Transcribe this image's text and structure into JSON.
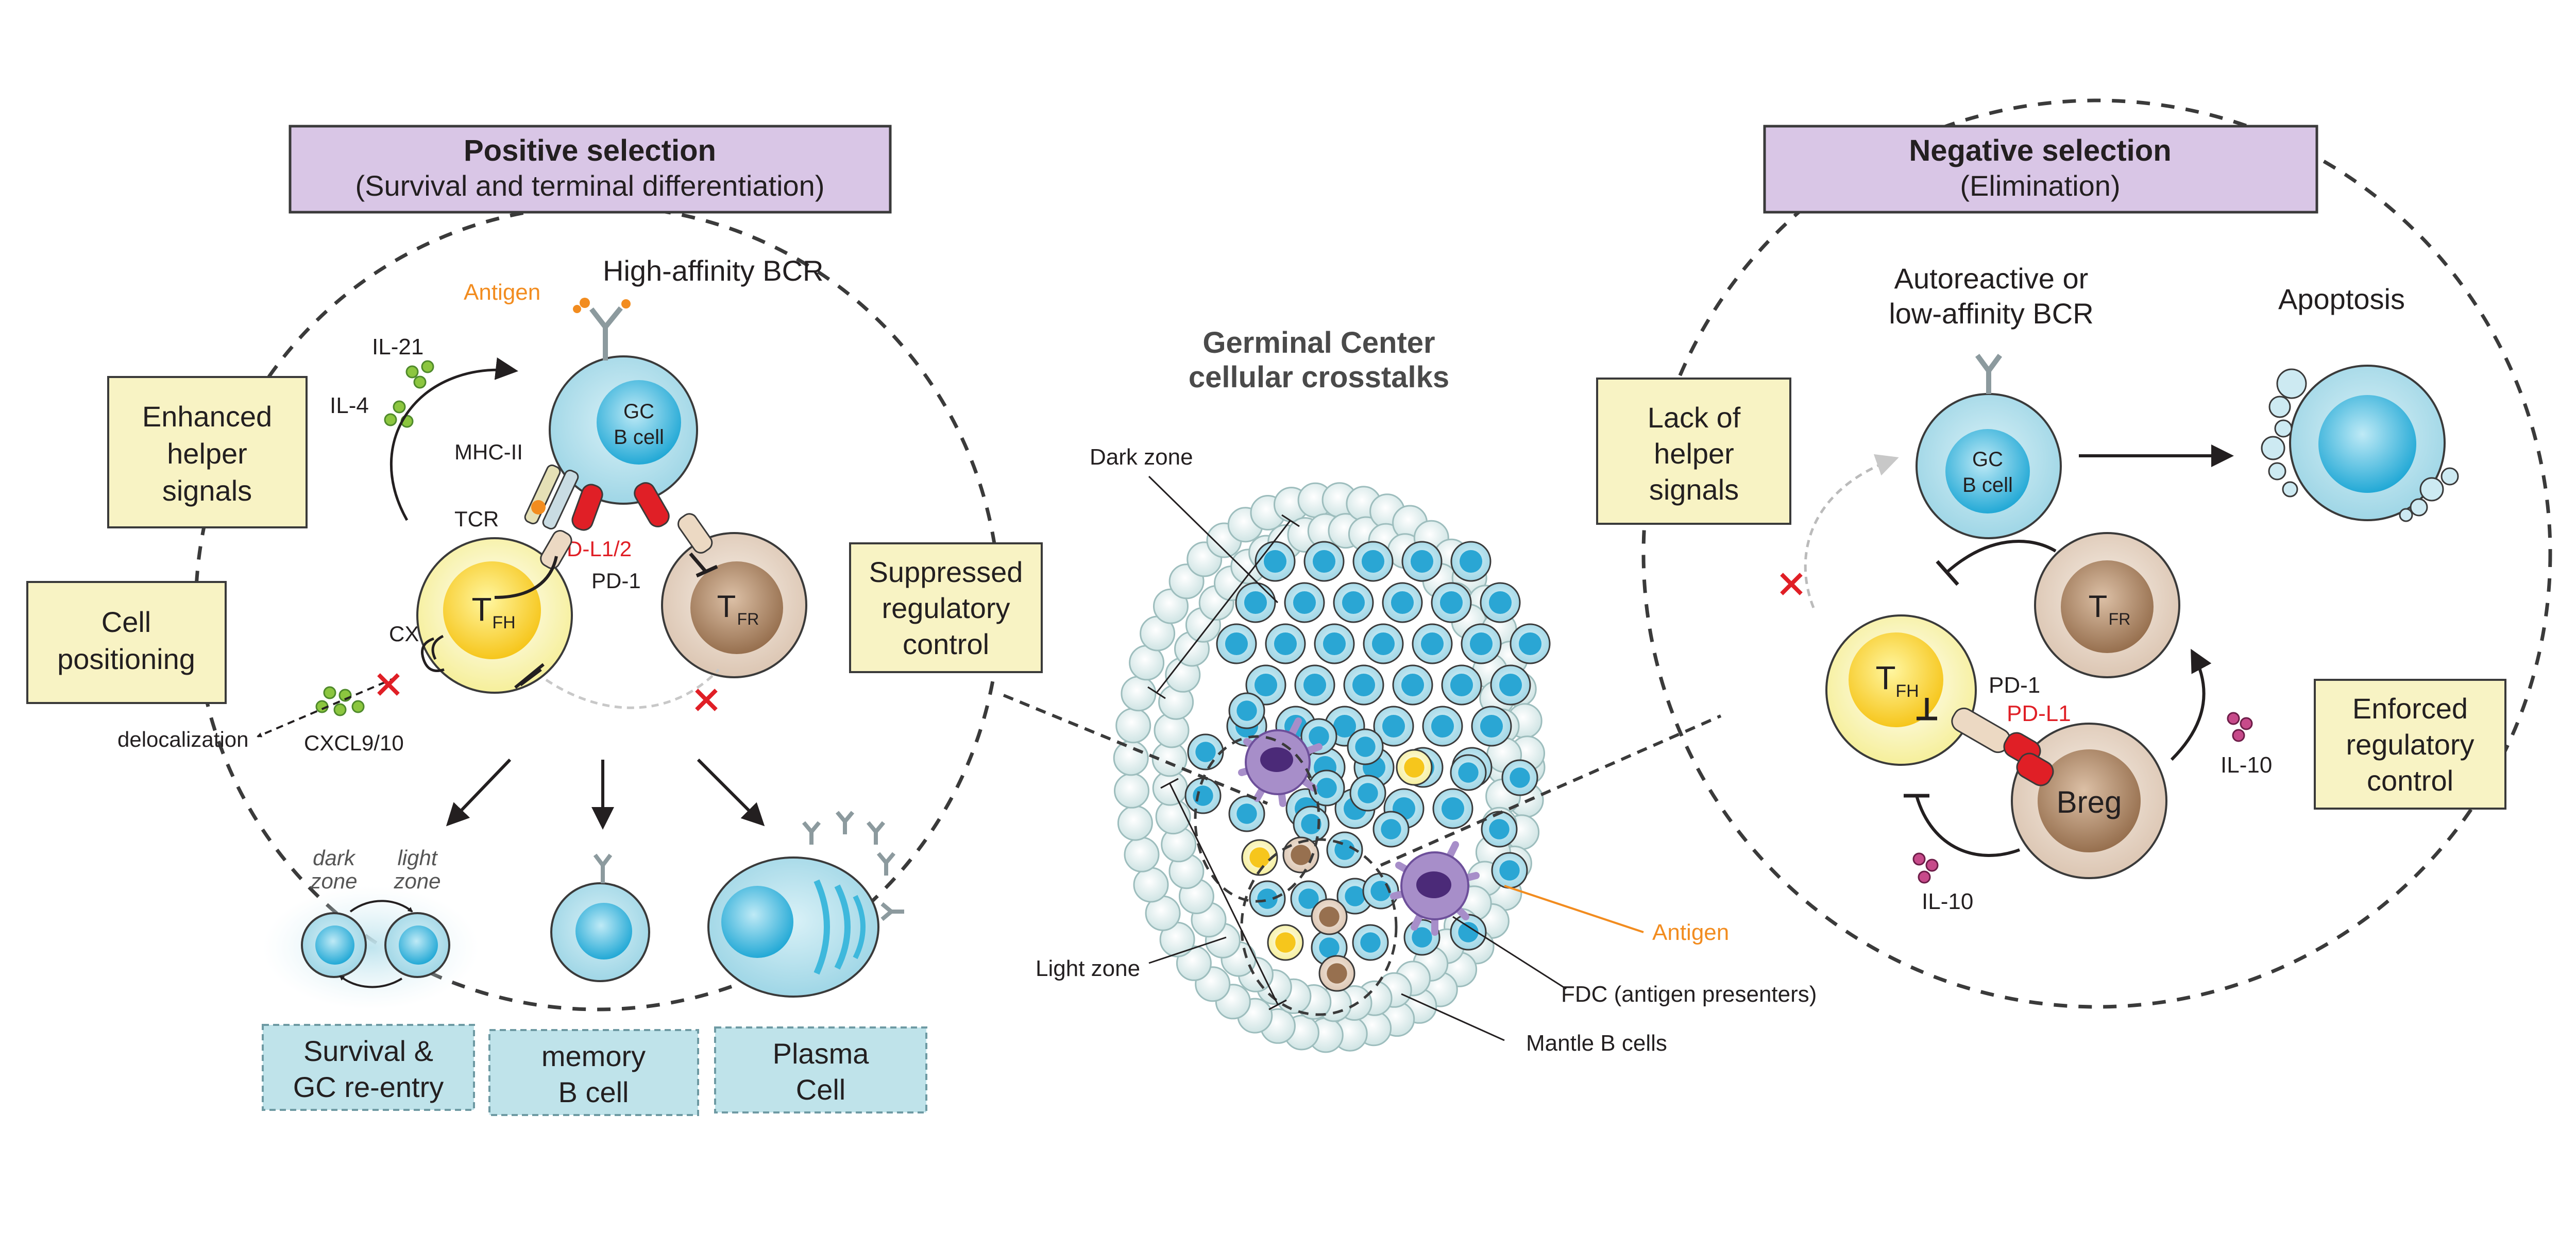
{
  "positive": {
    "title": "Positive selection",
    "subtitle": "(Survival and terminal differentiation)",
    "high_affinity": "High-affinity BCR",
    "antigen": "Antigen",
    "il21": "IL-21",
    "il4": "IL-4",
    "mhc2": "MHC-II",
    "tcr": "TCR",
    "pdl12": "PD-L1/2",
    "pd1": "PD-1",
    "cxcr3": "CXCR3",
    "cxcl": "CXCL9/10",
    "delocalization": "delocalization",
    "enhanced": [
      "Enhanced",
      "helper",
      "signals"
    ],
    "cell_pos": [
      "Cell",
      "positioning"
    ],
    "gc_b": [
      "GC",
      "B cell"
    ],
    "tfh": [
      "T",
      "FH"
    ],
    "tfr": [
      "T",
      "FR"
    ],
    "dark_zone": [
      "dark",
      "zone"
    ],
    "light_zone": [
      "light",
      "zone"
    ],
    "out1": [
      "Survival &",
      "GC re-entry"
    ],
    "out2": [
      "memory",
      "B cell"
    ],
    "out3": [
      "Plasma",
      "Cell"
    ]
  },
  "center": {
    "title": [
      "Germinal Center",
      "cellular crosstalks"
    ],
    "dark_zone": "Dark zone",
    "light_zone": "Light zone",
    "antigen": "Antigen",
    "fdc": "FDC (antigen presenters)",
    "mantle": "Mantle B cells",
    "suppressed": [
      "Suppressed",
      "regulatory",
      "control"
    ]
  },
  "negative": {
    "title": "Negative selection",
    "subtitle": "(Elimination)",
    "autoreactive": [
      "Autoreactive or",
      "low-affinity BCR"
    ],
    "apoptosis": "Apoptosis",
    "lack": [
      "Lack of",
      "helper",
      "signals"
    ],
    "gc_b": [
      "GC",
      "B cell"
    ],
    "tfh": [
      "T",
      "FH"
    ],
    "tfr": [
      "T",
      "FR"
    ],
    "pd1": "PD-1",
    "pdl1": "PD-L1",
    "breg": "Breg",
    "il10a": "IL-10",
    "il10b": "IL-10",
    "enforced": [
      "Enforced",
      "regulatory",
      "control"
    ]
  },
  "colors": {
    "purple_box": "#d9c6e6",
    "yellow_box": "#f8f3c4",
    "teal_box": "#bfe3ea",
    "b_cell": "#a6dcea",
    "b_nucleus": "#3eb8dc",
    "tfh": "#fbe26a",
    "tfr": "#d2b39b",
    "red": "#e01f26",
    "orange": "#f28c1f",
    "green": "#8cc63f",
    "fdc": "#a78ec9"
  }
}
